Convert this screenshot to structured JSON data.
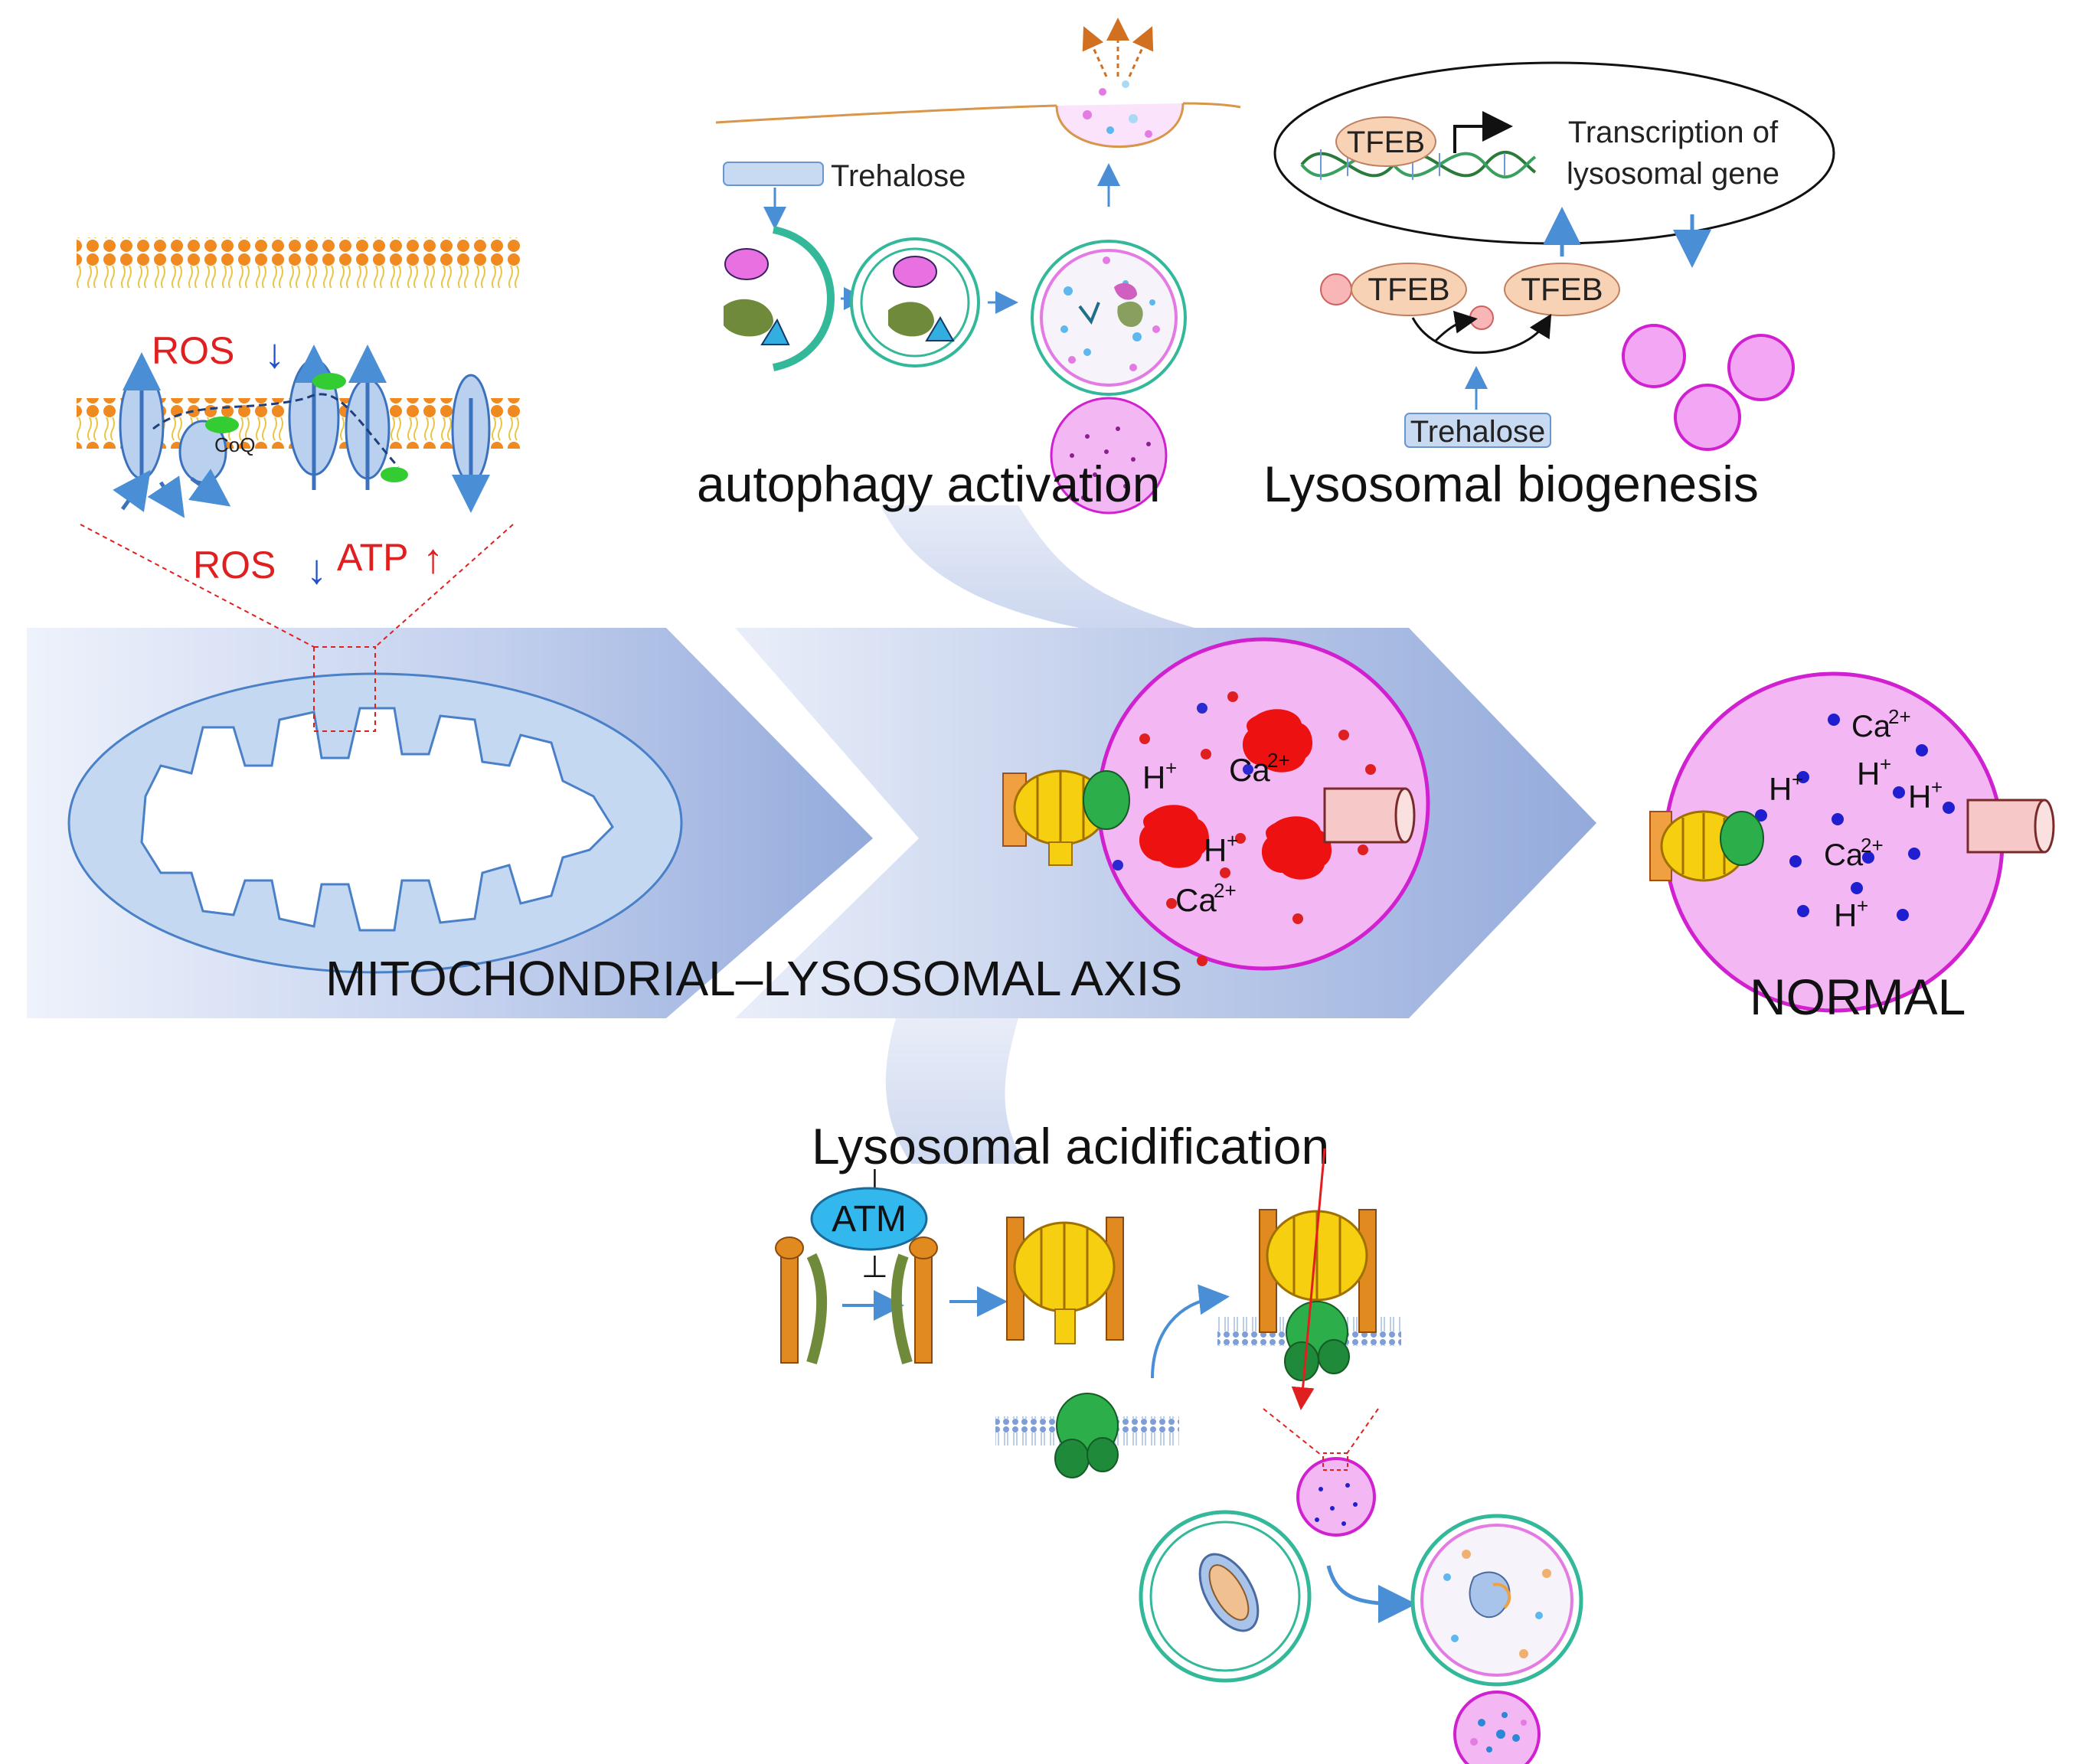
{
  "labels": {
    "trehalose_top": "Trehalose",
    "trehalose_bottom": "Trehalose",
    "autophagy_activation": "autophagy activation",
    "lysosomal_biogenesis": "Lysosomal biogenesis",
    "transcription_line1": "Transcription of",
    "transcription_line2": "lysosomal gene",
    "tfeb_nucleus": "TFEB",
    "tfeb_left": "TFEB",
    "tfeb_right": "TFEB",
    "ros_top": "ROS",
    "ros_bottom": "ROS",
    "atp": "ATP",
    "arrow_down": "↓",
    "arrow_up": "↑",
    "coq": "CoQ",
    "axis_title": "MITOCHONDRIAL–LYSOSOMAL AXIS",
    "normal": "NORMAL",
    "lysosomal_acidification": "Lysosomal acidification",
    "atm": "ATM",
    "h": "H",
    "plus": "+",
    "ca": "Ca",
    "two_plus": "2+",
    "inhibit": "⊥"
  },
  "colors": {
    "ros_red": "#e02020",
    "arrow_blue": "#2050d0",
    "band_blue": "#9fb4de",
    "lysosome_pink": "#f3b8f3",
    "lysosome_border": "#d020d0",
    "membrane_orange": "#f08a20",
    "tfeb_fill": "#f8d2b4",
    "atm_cyan": "#33b8ee",
    "flow_arrow": "#4a8fd6"
  }
}
